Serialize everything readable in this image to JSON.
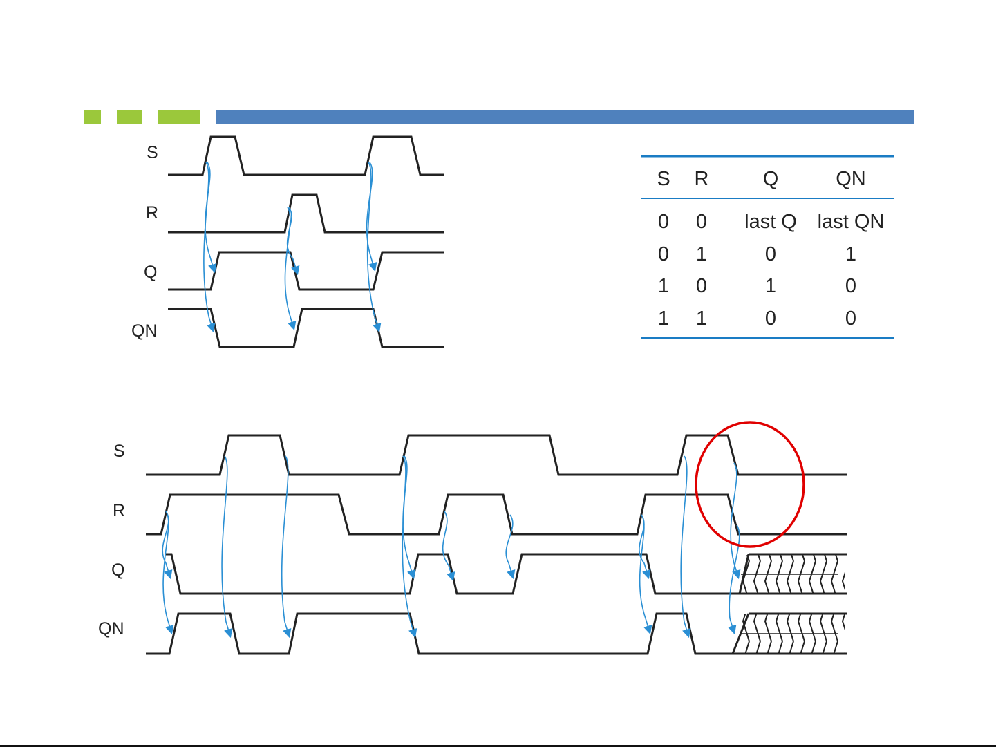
{
  "colors": {
    "accent_green": "#9bc83b",
    "accent_blue": "#4f81bd",
    "wave": "#222222",
    "arrow": "#2a8fd4",
    "highlight": "#e00000",
    "table_rule": "#1a7cc4"
  },
  "top_diagram": {
    "signals": [
      "S",
      "R",
      "Q",
      "QN"
    ]
  },
  "truth_table": {
    "headers": [
      "S",
      "R",
      "Q",
      "QN"
    ],
    "rows": [
      [
        "0",
        "0",
        "last Q",
        "last QN"
      ],
      [
        "0",
        "1",
        "0",
        "1"
      ],
      [
        "1",
        "0",
        "1",
        "0"
      ],
      [
        "1",
        "1",
        "0",
        "0"
      ]
    ]
  },
  "bottom_diagram": {
    "signals": [
      "S",
      "R",
      "Q",
      "QN"
    ]
  }
}
